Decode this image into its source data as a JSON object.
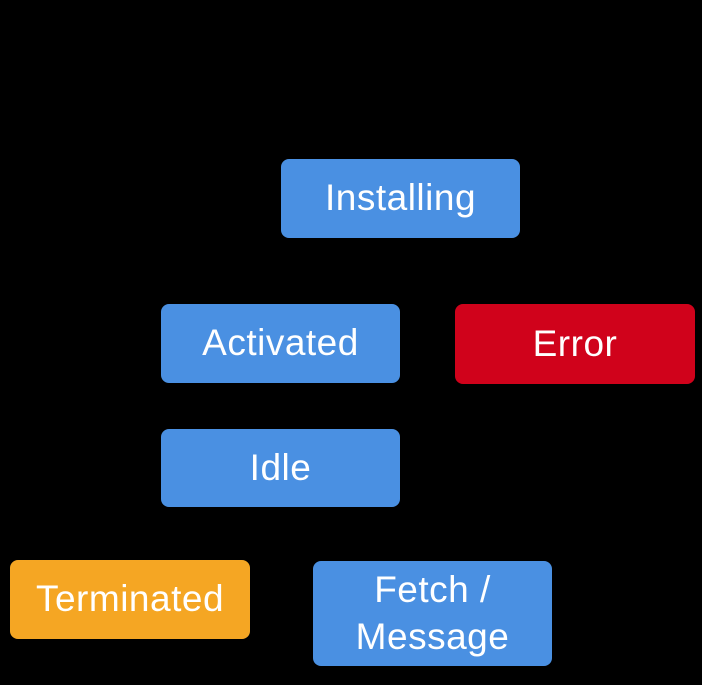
{
  "diagram": {
    "background": "#000000",
    "text_color": "#FFFFFF",
    "colors": {
      "state_blue": "#4A90E2",
      "error_red": "#D0021B",
      "terminated_orange": "#F5A623"
    },
    "nodes": {
      "installing": {
        "label": "Installing"
      },
      "activated": {
        "label": "Activated"
      },
      "error": {
        "label": "Error"
      },
      "idle": {
        "label": "Idle"
      },
      "terminated": {
        "label": "Terminated"
      },
      "fetch_message": {
        "label": "Fetch / Message"
      }
    }
  }
}
